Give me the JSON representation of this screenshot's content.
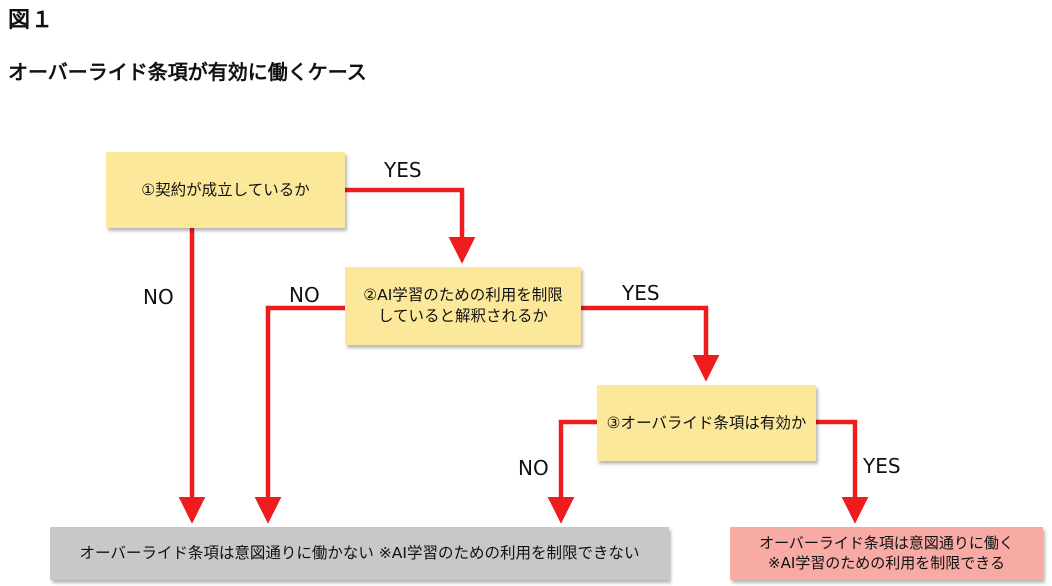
{
  "figure_number": "図１",
  "title": "オーバーライド条項が有効に働くケース",
  "colors": {
    "question_box": "#fbe89a",
    "result_no_box": "#c8c8c8",
    "result_yes_box": "#f8aaa4",
    "arrow": "#ee1c1c"
  },
  "questions": [
    {
      "text": "①契約が成立しているか"
    },
    {
      "line1": "②AI学習のための利用を制限",
      "line2": "していると解釈されるか"
    },
    {
      "text": "③オーバライド条項は有効か"
    }
  ],
  "results": {
    "no": {
      "text": "オーバーライド条項は意図通りに働かない ※AI学習のための利用を制限できない"
    },
    "yes": {
      "line1": "オーバーライド条項は意図通りに働く",
      "line2": "※AI学習のための利用を制限できる"
    }
  },
  "edge_labels": {
    "q1_yes": "YES",
    "q1_no": "NO",
    "q2_yes": "YES",
    "q2_no": "NO",
    "q3_yes": "YES",
    "q3_no": "NO"
  }
}
